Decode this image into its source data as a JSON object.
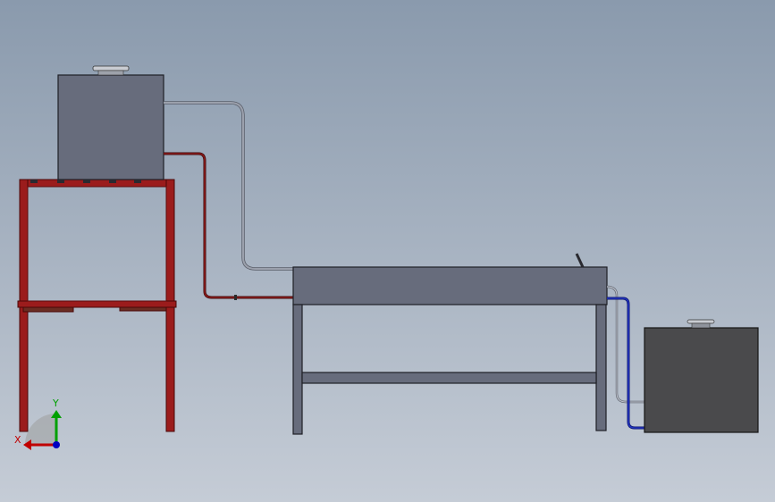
{
  "viewport": {
    "background_top": "#8a9aad",
    "background_bottom": "#c5ccd6"
  },
  "colors": {
    "frame_red": "#9b1c1c",
    "frame_red_dark": "#5e0d0d",
    "tank_fill": "#676c7c",
    "tank_edge": "#1e1f26",
    "dark_tank_fill": "#4a4a4c",
    "pipe_gray": "#8a8f9c",
    "pipe_red": "#7a1515",
    "pipe_blue": "#1a2a9e",
    "axis_x": "#c00000",
    "axis_y": "#00a000",
    "axis_z": "#0000c0"
  },
  "triad": {
    "x_label": "X",
    "y_label": "Y"
  },
  "components": [
    "upper-tank",
    "tank-stand",
    "work-table",
    "lower-tank",
    "supply-pipe",
    "return-pipe",
    "drain-pipe"
  ]
}
